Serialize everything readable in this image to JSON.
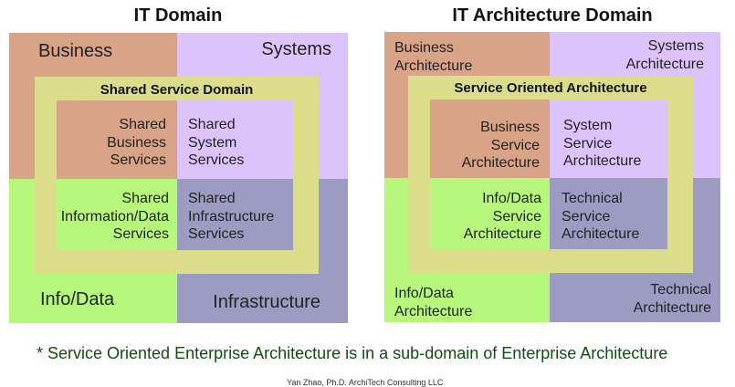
{
  "colors": {
    "business": "#d8a386",
    "systems": "#ddc3fb",
    "info": "#b7f87c",
    "infrastructure": "#9c9cc3",
    "ring": "#dbdd8a",
    "footnote": "#114d11"
  },
  "left": {
    "title": "IT Domain",
    "outer": {
      "business": "Business",
      "systems": "Systems",
      "info": "Info/Data",
      "infrastructure": "Infrastructure"
    },
    "ring_label": "Shared Service Domain",
    "inner": {
      "business": "Shared\nBusiness\nServices",
      "systems": "Shared\nSystem\nServices",
      "info": "Shared\nInformation/Data\nServices",
      "infrastructure": "Shared\nInfrastructure\nServices"
    }
  },
  "right": {
    "title": "IT Architecture Domain",
    "outer": {
      "business": "Business\nArchitecture",
      "systems": "Systems\nArchitecture",
      "info": "Info/Data\nArchitecture",
      "infrastructure": "Technical\nArchitecture"
    },
    "ring_label": "Service Oriented Architecture",
    "inner": {
      "business": "Business\nService\nArchitecture",
      "systems": "System\nService\nArchitecture",
      "info": "Info/Data\nService\nArchitecture",
      "infrastructure": "Technical\nService\nArchitecture"
    }
  },
  "footnote": "* Service Oriented Enterprise Architecture is in a sub-domain of Enterprise Architecture",
  "credit": "Yan Zhao, Ph.D. ArchiTech Consulting LLC"
}
